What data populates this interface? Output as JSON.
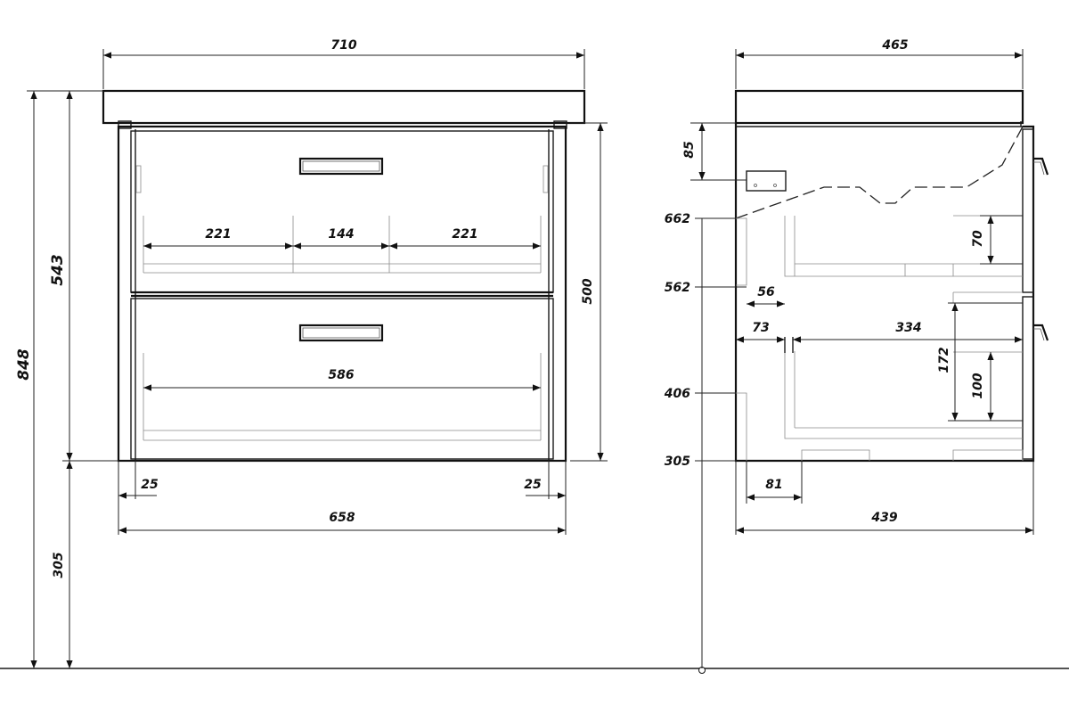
{
  "front_view": {
    "total_width": "710",
    "total_height": "848",
    "top_height": "543",
    "floor_gap": "305",
    "cabinet_height": "500",
    "cabinet_width": "658",
    "side_left": "25",
    "side_right": "25",
    "top_drawer_left": "221",
    "top_drawer_middle": "144",
    "top_drawer_right": "221",
    "bottom_drawer_width": "586"
  },
  "side_view": {
    "total_depth": "465",
    "cabinet_depth": "439",
    "offset_85": "85",
    "level_662": "662",
    "level_562": "562",
    "level_406": "406",
    "level_305": "305",
    "drawer_offset_56": "56",
    "drawer_offset_73": "73",
    "drawer_depth_334": "334",
    "foot_offset_81": "81",
    "top_drawer_height": "70",
    "bottom_drawer_height": "100",
    "bottom_front_height": "172"
  }
}
